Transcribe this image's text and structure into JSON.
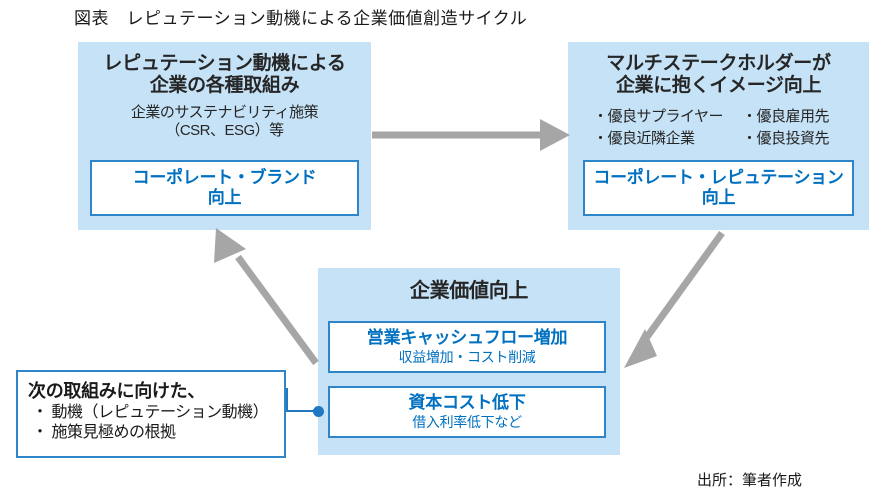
{
  "figure": {
    "title": "図表　レピュテーション動機による企業価値創造サイクル",
    "source": "出所：筆者作成"
  },
  "colors": {
    "panel_background": "#C5E2F7",
    "inner_border": "#2E86C8",
    "inner_text": "#0070C0",
    "arrow": "#A6A6A6",
    "connector": "#1F78C1",
    "body_text": "#262626"
  },
  "panels": {
    "initiatives": {
      "heading": "レピュテーション動機による\n企業の各種取組み",
      "subtitle": "企業のサステナビリティ施策\n（CSR、ESG）等",
      "inner": {
        "title": "コーポレート・ブランド\n向上"
      }
    },
    "stakeholders": {
      "heading": "マルチステークホルダーが\n企業に抱くイメージ向上",
      "bullets": [
        "・優良サプライヤー",
        "・優良雇用先",
        "・優良近隣企業",
        "・優良投資先"
      ],
      "inner": {
        "title": "コーポレート・レピュテーション\n向上"
      }
    },
    "corporate_value": {
      "heading": "企業価値向上",
      "inner_boxes": [
        {
          "title": "営業キャッシュフロー増加",
          "subtitle": "収益増加・コスト削減"
        },
        {
          "title": "資本コスト低下",
          "subtitle": "借入利率低下など"
        }
      ]
    }
  },
  "callout": {
    "title": "次の取組みに向けた、",
    "items": [
      "・ 動機（レピュテーション動機）",
      "・ 施策見極めの根拠"
    ]
  },
  "arrows": [
    {
      "name": "initiatives-to-stakeholders",
      "direction": "right"
    },
    {
      "name": "stakeholders-to-corporate-value",
      "direction": "down-left"
    },
    {
      "name": "corporate-value-to-initiatives",
      "direction": "up-left"
    }
  ]
}
